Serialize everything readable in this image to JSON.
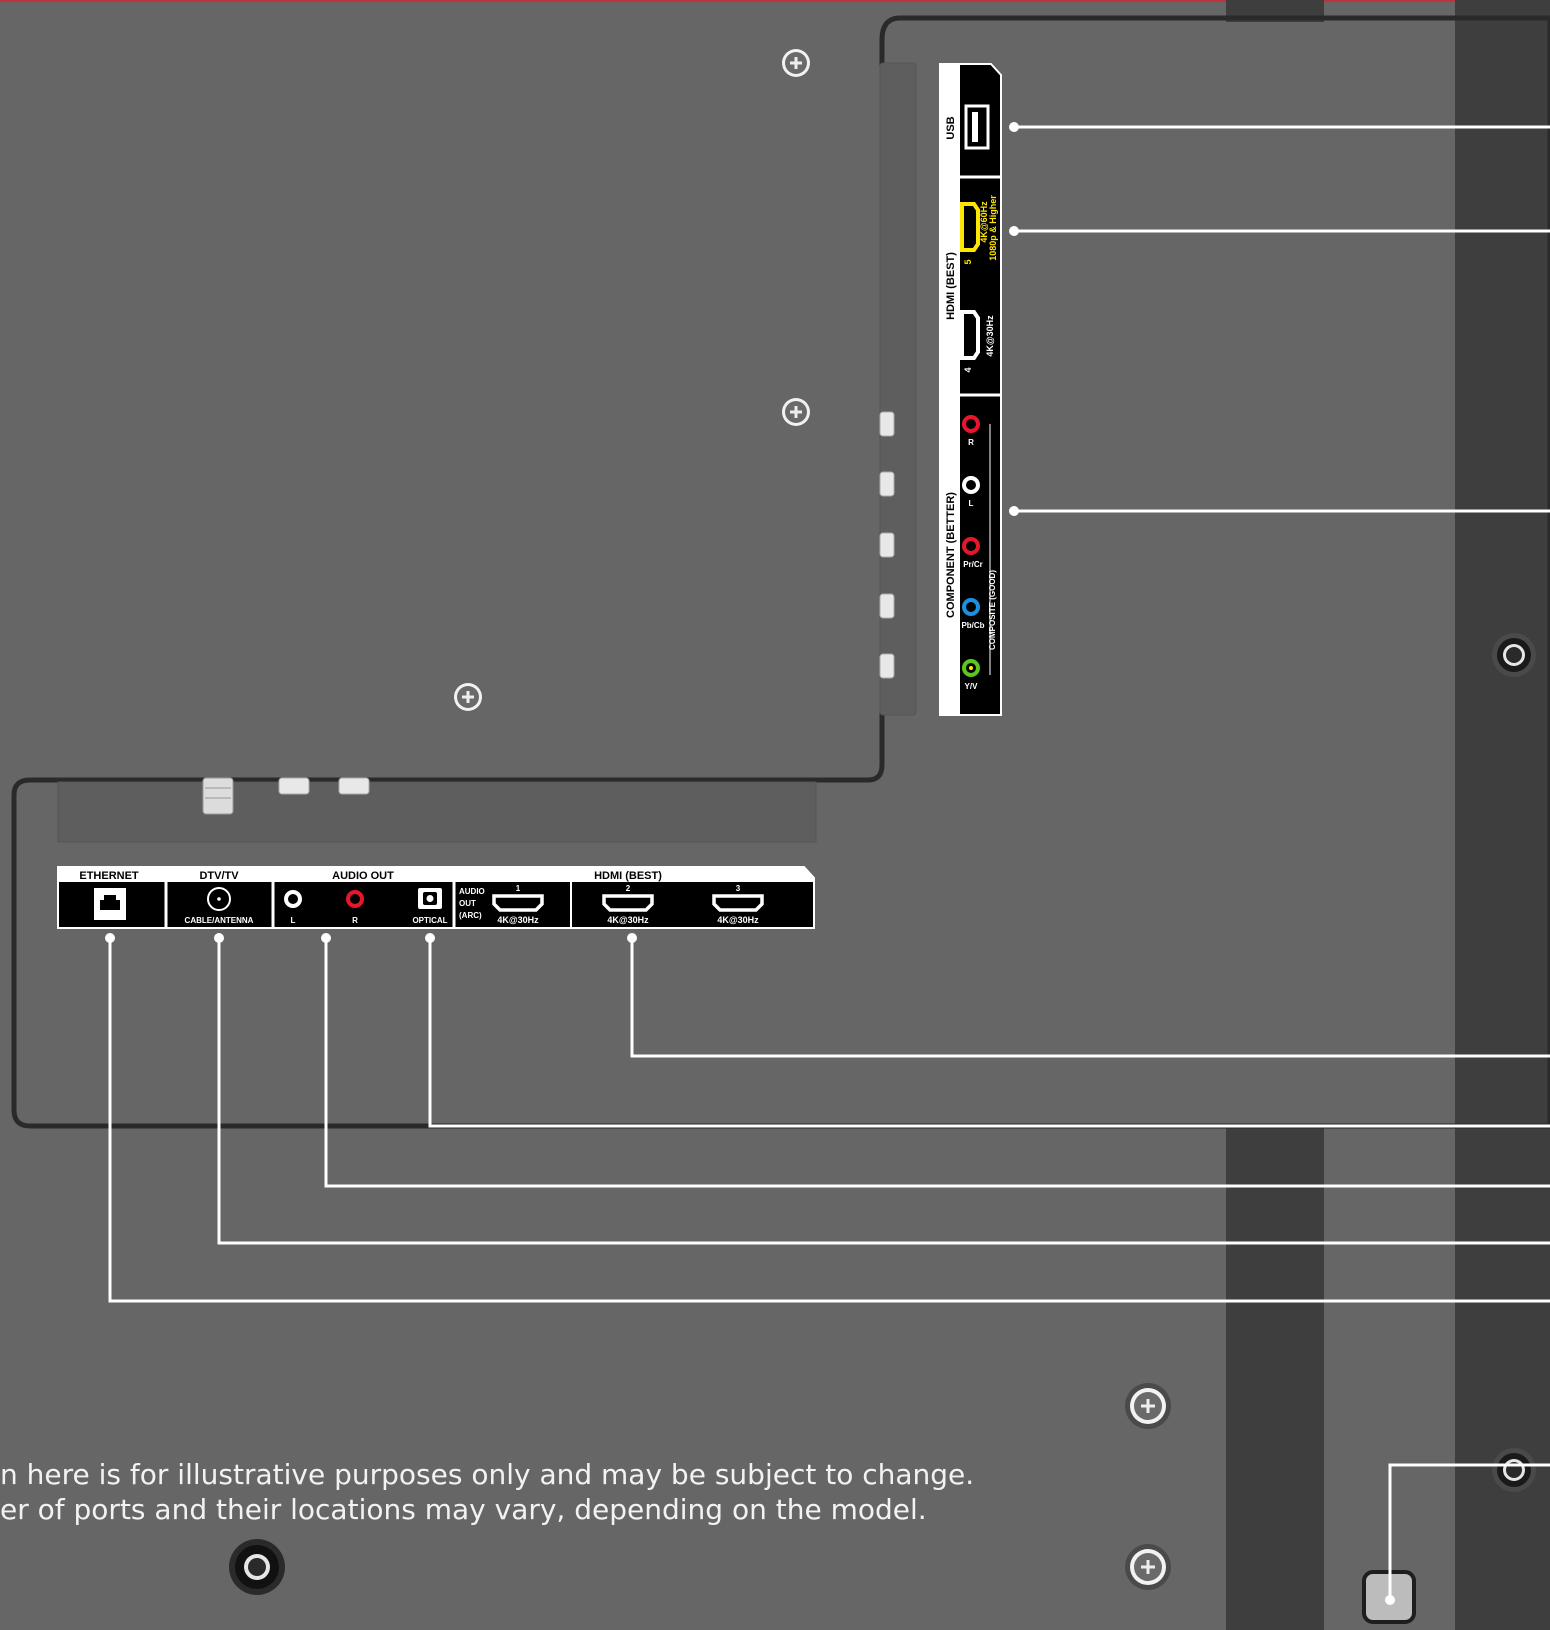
{
  "colors": {
    "tv_body": "#666666",
    "panel": "#636363",
    "stand": "#3e3e3e",
    "outline": "#2a2a2a",
    "label_bg": "#000000",
    "label_text": "#ffffff",
    "hdmi_best_highlight": "#ffe600",
    "rca_red": "#e8162b",
    "rca_white": "#ffffff",
    "rca_blue": "#1d8fe0",
    "rca_green": "#5bc61c",
    "top_accent": "#c0303d"
  },
  "side_panel": {
    "usb_label": "USB",
    "hdmi_label": "HDMI (BEST)",
    "hdmi5_number": "5",
    "hdmi5_spec_1": "4K@60Hz",
    "hdmi5_spec_2": "1080p & Higher",
    "hdmi4_number": "4",
    "hdmi4_spec": "4K@30Hz",
    "component_label": "COMPONENT (BETTER)",
    "composite_label": "COMPOSITE (GOOD)",
    "jack_r": "R",
    "jack_l": "L",
    "jack_pr": "Pr/Cr",
    "jack_pb": "Pb/Cb",
    "jack_y": "Y/V"
  },
  "bottom_panel": {
    "ethernet_label": "ETHERNET",
    "dtv_label": "DTV/TV",
    "cable_label": "CABLE/ANTENNA",
    "audio_out_label": "AUDIO OUT",
    "audio_l": "L",
    "audio_r": "R",
    "optical_label": "OPTICAL",
    "arc_line1": "AUDIO",
    "arc_line2": "OUT",
    "arc_line3": "(ARC)",
    "hdmi_label": "HDMI (BEST)",
    "hdmi1_number": "1",
    "hdmi2_number": "2",
    "hdmi3_number": "3",
    "hdmi_spec": "4K@30Hz"
  },
  "disclaimer": {
    "line1": "n here is for illustrative purposes only and may be subject to change.",
    "line2": "er of ports and their locations may vary, depending on the model."
  }
}
